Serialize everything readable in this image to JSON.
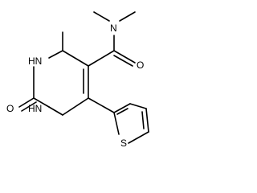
{
  "atom_labels": {
    "n_amide": "N",
    "o_carbonyl": "O",
    "nh_upper": "HN",
    "nh_lower": "HN",
    "o_urea": "O",
    "s_thiophene": "S"
  },
  "colors": {
    "bond": "#000000",
    "label": "#000000",
    "background": "#ffffff"
  }
}
